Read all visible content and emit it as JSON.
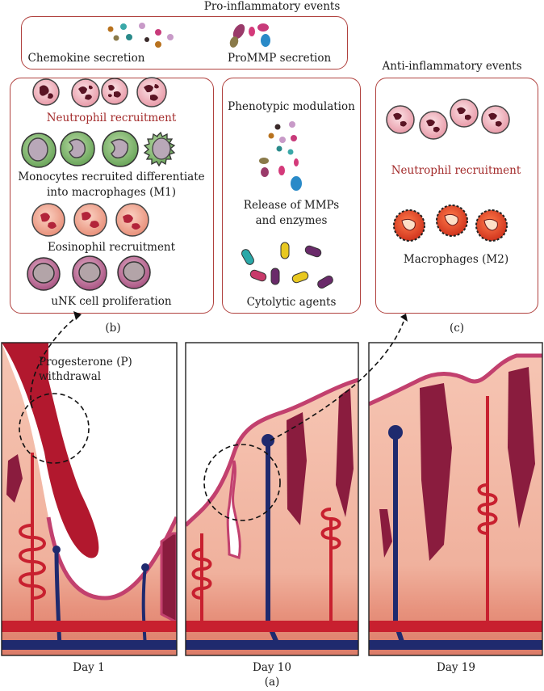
{
  "header": {
    "pro_title": "Pro-inflammatory events",
    "anti_title": "Anti-inflammatory events"
  },
  "top_box": {
    "chemokine_label": "Chemokine secretion",
    "prommp_label": "ProMMP secretion"
  },
  "panel_b": {
    "neutrophil_label": "Neutrophil recruitment",
    "monocyte_label_1": "Monocytes recruited differentiate",
    "monocyte_label_2": "into macrophages (M1)",
    "eosinophil_label": "Eosinophil recruitment",
    "unk_label": "uNK cell proliferation",
    "panel_label": "(b)"
  },
  "panel_mid": {
    "phenotypic_label": "Phenotypic modulation",
    "mmp_label_1": "Release of MMPs",
    "mmp_label_2": "and enzymes",
    "cytolytic_label": "Cytolytic agents"
  },
  "panel_c": {
    "neutrophil_label": "Neutrophil recruitment",
    "macrophage_label": "Macrophages (M2)",
    "panel_label": "(c)"
  },
  "panel_a": {
    "annotation_1": "Progesterone (P)",
    "annotation_2": "withdrawal",
    "day1": "Day 1",
    "day10": "Day 10",
    "day19": "Day 19",
    "panel_label": "(a)"
  },
  "colors": {
    "box_border": "#b0413e",
    "neutrophil_text": "#a32b2b",
    "tissue_pink": "#f1b8a5",
    "tissue_dark": "#e38b78",
    "vessel_red": "#c8202f",
    "vessel_blue": "#1f2a6e",
    "gland_purple": "#8a1c3e",
    "edge_magenta": "#c2406e"
  }
}
